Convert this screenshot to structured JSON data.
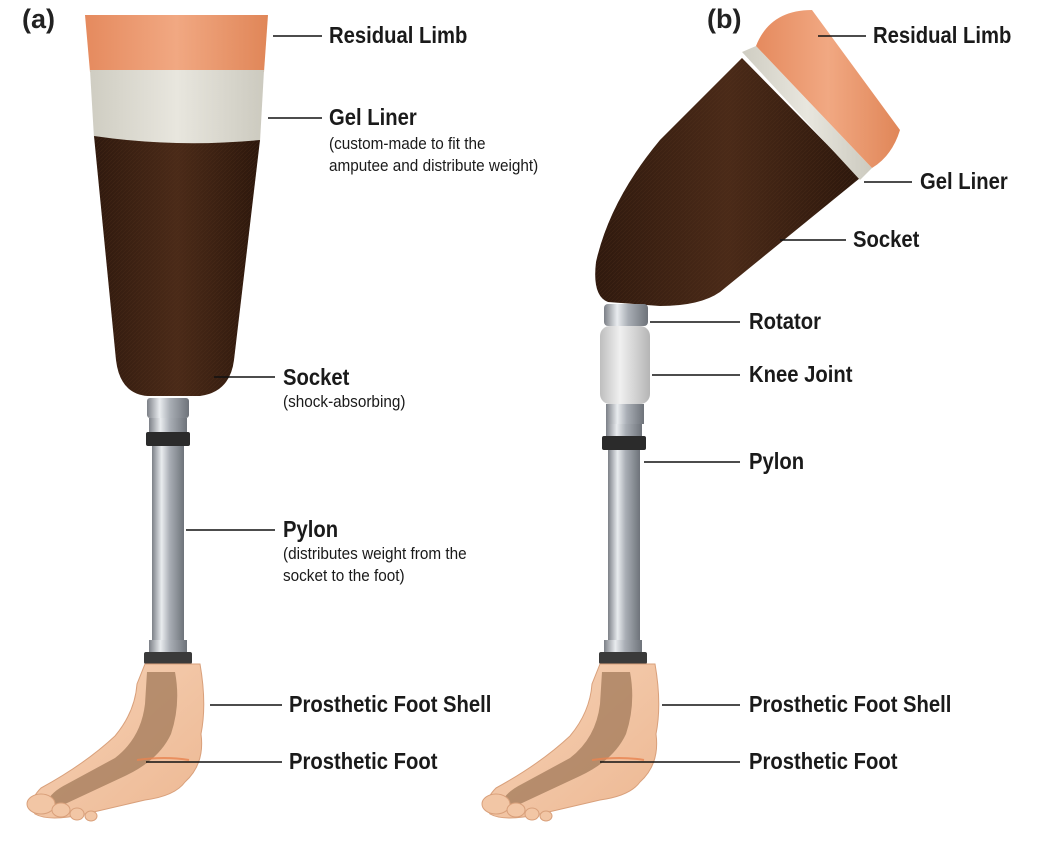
{
  "panels": {
    "a": {
      "label": "(a)",
      "residual_limb": "Residual Limb",
      "gel_liner": "Gel Liner",
      "gel_liner_note_1": "(custom-made to fit the",
      "gel_liner_note_2": "amputee and distribute weight)",
      "socket": "Socket",
      "socket_note": "(shock-absorbing)",
      "pylon": "Pylon",
      "pylon_note_1": "(distributes weight from the",
      "pylon_note_2": "socket to the foot)",
      "foot_shell": "Prosthetic Foot Shell",
      "foot": "Prosthetic Foot"
    },
    "b": {
      "label": "(b)",
      "residual_limb": "Residual Limb",
      "gel_liner": "Gel Liner",
      "socket": "Socket",
      "rotator": "Rotator",
      "knee_joint": "Knee Joint",
      "pylon": "Pylon",
      "foot_shell": "Prosthetic Foot Shell",
      "foot": "Prosthetic Foot"
    }
  },
  "colors": {
    "skin": "#E8946A",
    "gel_liner": "#DCDAD0",
    "socket": "#3E2214",
    "metal": "#B8BCC2",
    "collar": "#2B2B2B",
    "foot_shell": "#F3C9A8",
    "foot_core": "#A6805F",
    "knee": "#DADADA"
  }
}
